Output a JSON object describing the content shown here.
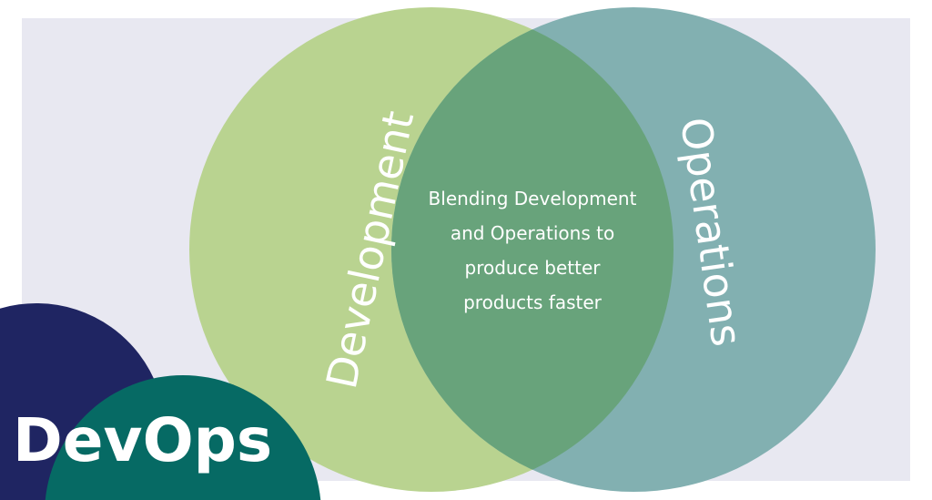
{
  "title": "DevOps",
  "circles": {
    "left_label": "Development",
    "right_label": "Operations",
    "center_lines": [
      "Blending Development",
      "and Operations to",
      "produce better",
      "products faster"
    ]
  },
  "colors": {
    "background_panel": "#e8e8f1",
    "development": "#b9d390",
    "operations": "#82b0b1",
    "overlap": "#68a37b",
    "navy": "#1f2562",
    "dark_teal": "#066a64"
  }
}
